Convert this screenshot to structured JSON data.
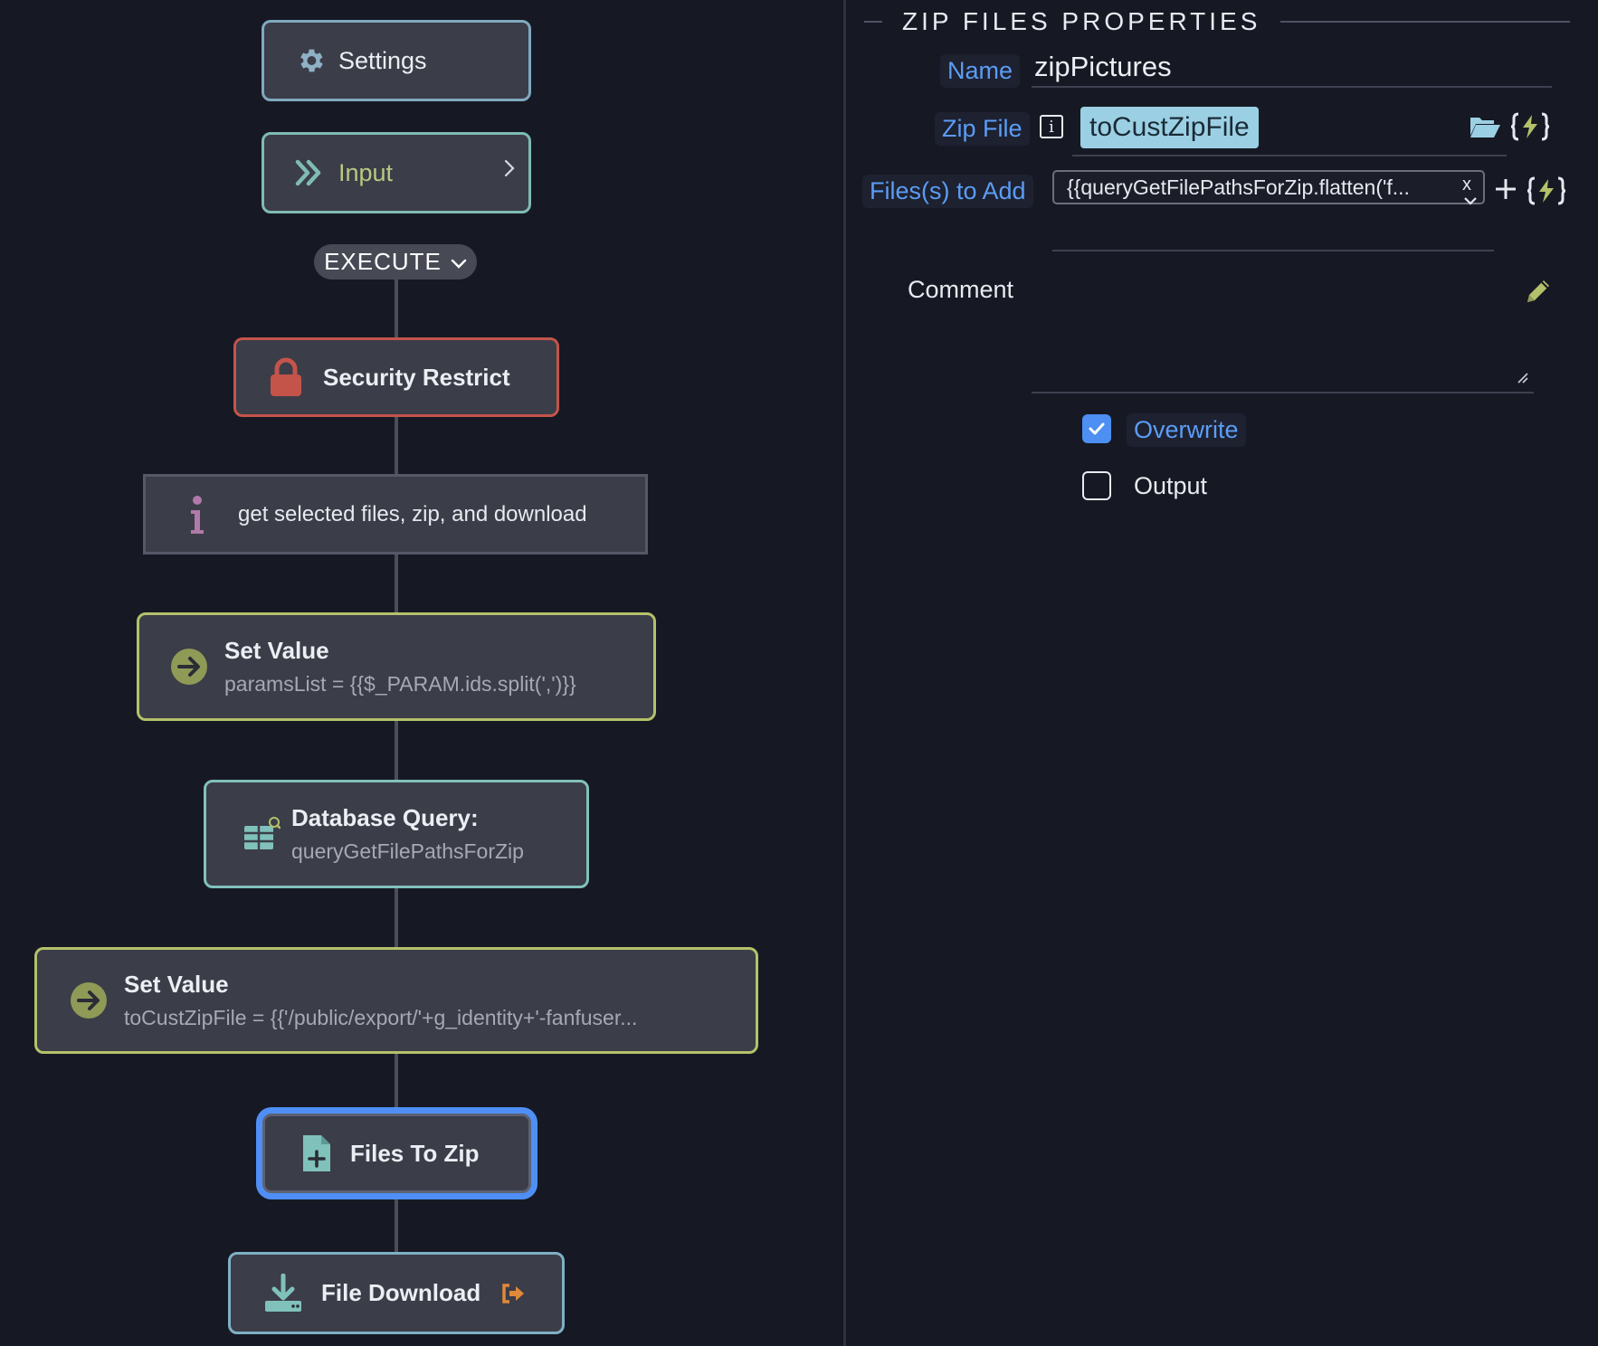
{
  "flow": {
    "settings": {
      "label": "Settings",
      "icon": "gear-icon"
    },
    "input": {
      "label": "Input",
      "icon": "double-chevron-right-icon"
    },
    "execute": {
      "label": "EXECUTE"
    },
    "security": {
      "label": "Security Restrict",
      "icon": "lock-icon"
    },
    "comment": {
      "text": "get selected files, zip, and download",
      "icon": "info-icon"
    },
    "set_value_1": {
      "title": "Set Value",
      "subtitle": "paramsList = {{$_PARAM.ids.split(',')}}",
      "icon": "arrow-circle-right-icon"
    },
    "db_query": {
      "title": "Database Query:",
      "subtitle": "queryGetFilePathsForZip",
      "icon": "table-search-icon"
    },
    "set_value_2": {
      "title": "Set Value",
      "subtitle": "toCustZipFile = {{'/public/export/'+g_identity+'-fanfuser...",
      "icon": "arrow-circle-right-icon"
    },
    "files_to_zip": {
      "label": "Files To Zip",
      "icon": "file-plus-icon"
    },
    "file_download": {
      "label": "File Download",
      "icon": "download-icon"
    }
  },
  "properties": {
    "title": "ZIP FILES PROPERTIES",
    "name_label": "Name",
    "name_value": "zipPictures",
    "zip_file_label": "Zip File",
    "zip_file_info": "i",
    "zip_file_value": "toCustZipFile",
    "files_label": "Files(s) to Add",
    "files_value": "{{queryGetFilePathsForZip.flatten('f...",
    "files_clear": "x",
    "comment_label": "Comment",
    "overwrite_label": "Overwrite",
    "overwrite_checked": true,
    "output_label": "Output",
    "output_checked": false
  },
  "colors": {
    "background": "#161923",
    "accent_blue": "#4d8ff2",
    "security_red": "#c4544a",
    "set_value_olive": "#b4c16a",
    "query_teal": "#80c1bb"
  }
}
